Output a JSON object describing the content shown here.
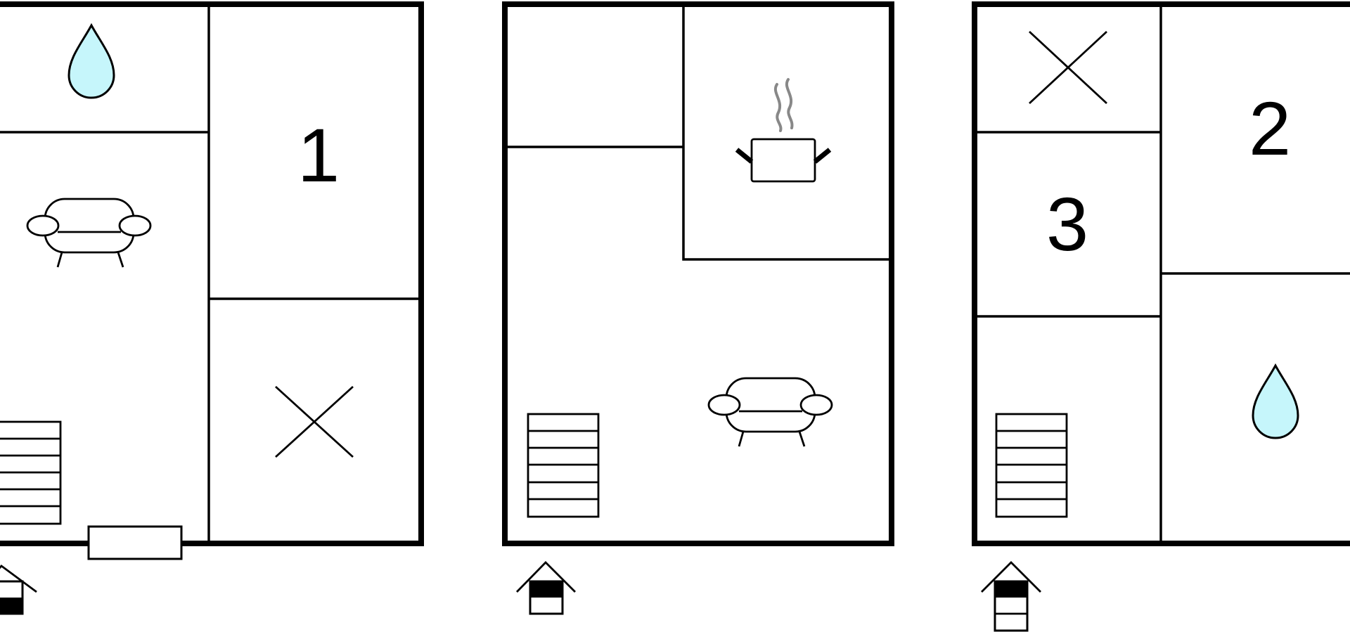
{
  "floor_plans": [
    {
      "id": "floor-1",
      "room_labels": [
        "1"
      ],
      "icons": [
        "water-drop-icon",
        "sofa-icon",
        "bedroom-cross-icon",
        "stairs-icon",
        "floor-level-icon"
      ],
      "floor_indicator": {
        "level": 1,
        "of": 3
      }
    },
    {
      "id": "floor-2",
      "room_labels": [],
      "icons": [
        "cooking-pot-icon",
        "sofa-icon",
        "stairs-icon",
        "floor-level-icon"
      ],
      "floor_indicator": {
        "level": 2,
        "of": 3
      }
    },
    {
      "id": "floor-3",
      "room_labels": [
        "3",
        "2"
      ],
      "icons": [
        "bedroom-cross-icon",
        "water-drop-icon",
        "stairs-icon",
        "floor-level-icon"
      ],
      "floor_indicator": {
        "level": 3,
        "of": 3
      }
    }
  ],
  "labels": {
    "room_1": "1",
    "room_2": "2",
    "room_3": "3"
  },
  "colors": {
    "water": "#c6f6fb",
    "steam": "#888888",
    "wall": "#000000"
  }
}
